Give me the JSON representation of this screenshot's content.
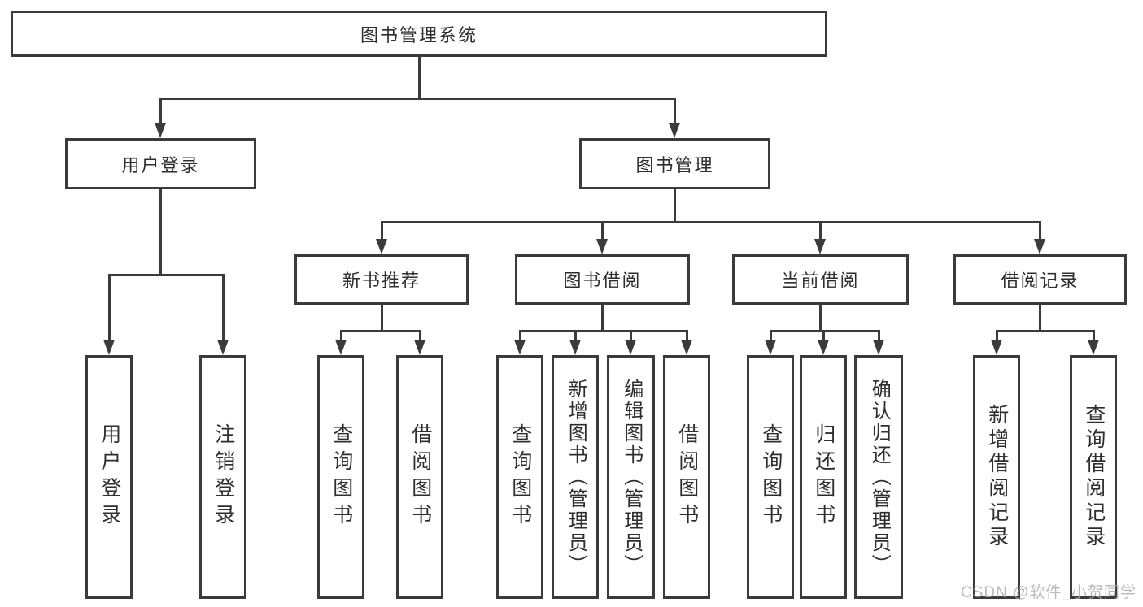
{
  "colors": {
    "line": "#3b3b3b",
    "text": "#2e2e2e",
    "box_fill": "#ffffff",
    "background": "#ffffff",
    "watermark": "#a9a9a9"
  },
  "watermark": {
    "text": "CSDN @软件_小贺同学"
  },
  "tree": {
    "root": {
      "label": "图书管理系统"
    },
    "branches": [
      {
        "label": "用户登录",
        "children": [
          {
            "label": "用户登录"
          },
          {
            "label": "注销登录"
          }
        ]
      },
      {
        "label": "图书管理",
        "children": [
          {
            "label": "新书推荐",
            "children": [
              {
                "label": "查询图书"
              },
              {
                "label": "借阅图书"
              }
            ]
          },
          {
            "label": "图书借阅",
            "children": [
              {
                "label": "查询图书"
              },
              {
                "label": "新增图书（管理员）"
              },
              {
                "label": "编辑图书（管理员）"
              },
              {
                "label": "借阅图书"
              }
            ]
          },
          {
            "label": "当前借阅",
            "children": [
              {
                "label": "查询图书"
              },
              {
                "label": "归还图书"
              },
              {
                "label": "确认归还（管理员）"
              }
            ]
          },
          {
            "label": "借阅记录",
            "children": [
              {
                "label": "新增借阅记录"
              },
              {
                "label": "查询借阅记录"
              }
            ]
          }
        ]
      }
    ]
  }
}
